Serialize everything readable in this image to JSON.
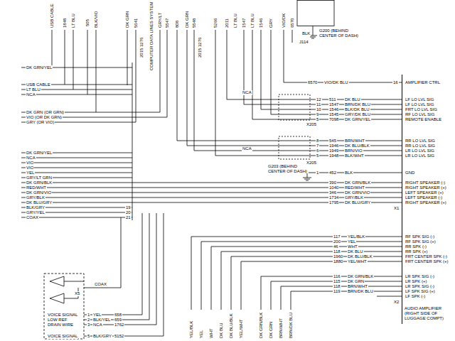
{
  "diagram": {
    "nodes": [
      {
        "text": [
          "AUDIO AMPLIFIER (RIGHT SIDE OF LUGGAGE COMPT)"
        ]
      }
    ],
    "labels": [
      "USB CABLE",
      "1848",
      "LT BLU",
      "505",
      "BLK/VIO",
      "DK GRN",
      "5641",
      "2015 3276",
      "COMPUTER DATA LINES SYSTEM",
      "GRY/LT",
      "5547",
      "808",
      "DK GRN",
      "5548",
      "2015 3276",
      "5266",
      "2011",
      "LT BLU",
      "1547",
      "LT BLU",
      "1546",
      "GRY",
      "VIO/DK",
      "6570",
      "BLK",
      "G200 (BEHIND CENTER OF DASH)",
      "J114",
      "DK GRN/YEL",
      "USB CABLE",
      "LT BLU",
      "NCA",
      "DK GRN (OR GRN)",
      "VIO (OR DK GRN)",
      "GRY (OR VIO)",
      "DK GRN/YEL",
      "NCA",
      "VIO",
      "VIO",
      "YEL",
      "GRY/LT GRN",
      "DK GRN/BLK",
      "RED/WHT",
      "DK GRN/VIO",
      "GRY/BLK",
      "DK BLU/GRY",
      "BLK/GRY",
      "GRY/YEL",
      "COAX",
      "19",
      "20",
      "21",
      "6570",
      "VIO/DK BLU",
      "16",
      "AMPLIFIER CTRL",
      "NCA",
      "12",
      "511",
      "DK BLU",
      "LF LO LVL SIG",
      "11",
      "1547",
      "BRN/DK BLU",
      "LF LO LVL SIG",
      "10",
      "1546",
      "BLK/DK BLU",
      "FRT LO LVL SIG",
      "9",
      "1545",
      "GRY/DK BLU",
      "RF LO LVL SIG",
      "5",
      "7098",
      "DK GRN/YEL",
      "REMOTE ENABLE",
      "X205",
      "8",
      "545",
      "BRN/WHT",
      "RR LO LVL SIG",
      "7",
      "1946",
      "DK BLU/BLK",
      "RR LO LVL SIG",
      "6",
      "1949",
      "BRN/VIO",
      "LR LO LVL SIG",
      "5",
      "1948",
      "BLK/WHT",
      "LR LO LVL SIG",
      "NCA",
      "X205",
      "G203 (BEHIND CENTER OF DASH)",
      "1",
      "452",
      "BLK",
      "GND",
      "390",
      "DK GRN/BLK",
      "RIGHT SPEAKER (-)",
      "1040",
      "RED/WHT",
      "RIGHT SPEAKER (+)",
      "346",
      "DK GRN/VIO",
      "LEFT SPEAKER (+)",
      "1734",
      "GRY/BLK",
      "LEFT SPEAKER (-)",
      "1795",
      "DK BLU/GRY",
      "RIGHT SPEAKER (+)",
      "X1",
      "117",
      "YEL/BLK",
      "RF SPK SIG (-)",
      "200",
      "YEL",
      "RF SPK SIG (+)",
      "46",
      "WHT",
      "RR SPK (-)",
      "118",
      "DK BLU",
      "RR SPK (+)",
      "1960",
      "DK BLU/BLK",
      "FRT CENTER SPK (-)",
      "1880",
      "YEL/WHT",
      "FRT CENTER SPK (+)",
      "116",
      "DK GRN/BLK",
      "LR SPK SIG (-)",
      "115",
      "DK GRN",
      "LR SPK (+)",
      "118",
      "BRN/WHT",
      "LR SPK SIG (-)",
      "119",
      "BRN/DK BLU",
      "LF SPK SIG (+)",
      "LF SPK (-)",
      "X2",
      "X5",
      "COAX",
      "VOICE SIGNAL",
      "LOW REF",
      "DRAIN WIRE",
      "VOICE SIGNAL",
      "1",
      "YEL",
      "658",
      "2",
      "BLK/YEL",
      "659",
      "3",
      "NCA",
      "1762",
      "5",
      "BLK/GRY",
      "5152",
      "YEL/BLK",
      "YEL",
      "WHT",
      "DK BLU",
      "DK BLU/BLK",
      "YEL/WHT",
      "DK GRN/BLK",
      "DK GRN",
      "BRN/WHT",
      "BRN/DK BLU"
    ]
  }
}
